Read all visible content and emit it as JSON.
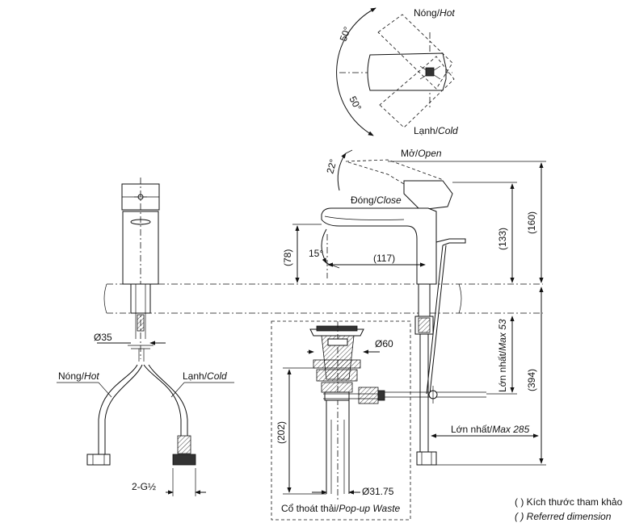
{
  "top_view": {
    "hot": "Nóng/",
    "hot_en": "Hot",
    "cold": "Lạnh/",
    "cold_en": "Cold",
    "angle_top": "50°",
    "angle_bottom": "50°"
  },
  "side_view": {
    "open": "Mở/",
    "open_en": "Open",
    "close": "Đóng/",
    "close_en": "Close",
    "angle_open": "22°",
    "angle_spout": "15°",
    "dim_spout_height": "(78)",
    "dim_reach": "(117)",
    "dim_133": "(133)",
    "dim_160": "(160)",
    "dim_394": "(394)",
    "max53_vi": "Lớn nhất/",
    "max53_en": "Max 53",
    "max285_vi": "Lớn nhất/",
    "max285_en": "Max 285"
  },
  "hoses": {
    "dim_35": "Ø35",
    "hot": "Nóng/",
    "hot_en": "Hot",
    "cold": "Lạnh/",
    "cold_en": "Cold",
    "thread": "2-G½"
  },
  "waste": {
    "dim_60": "Ø60",
    "dim_202": "(202)",
    "dim_3175": "Ø31.75",
    "label_vi": "Cổ thoát thải/",
    "label_en": "Pop-up Waste"
  },
  "notes": {
    "ref_vi": "( ) Kích thước tham khảo",
    "ref_en": "( ) Referred dimension"
  }
}
